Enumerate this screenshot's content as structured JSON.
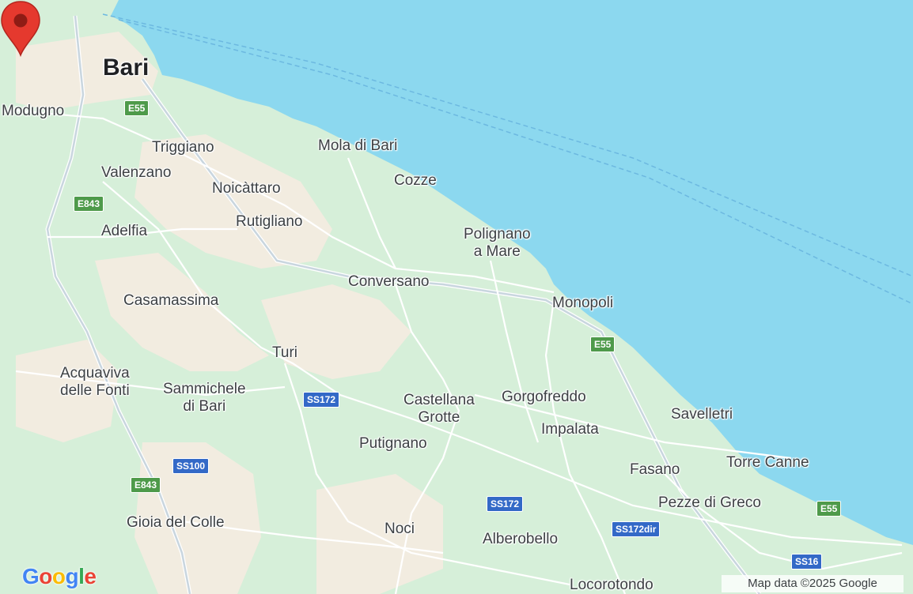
{
  "map": {
    "colors": {
      "sea": "#8cd8ef",
      "land": "#d6efd9",
      "urban": "#f2ece0",
      "road": "#ffffff",
      "highway": "#c9d6df",
      "marker": "#e5392e"
    },
    "places": [
      {
        "id": "bari",
        "label": "Bari",
        "size": "big"
      },
      {
        "id": "modugno",
        "label": "Modugno"
      },
      {
        "id": "triggiano",
        "label": "Triggiano"
      },
      {
        "id": "valenzano",
        "label": "Valenzano"
      },
      {
        "id": "noicattaro",
        "label": "Noicàttaro"
      },
      {
        "id": "mola-di-bari",
        "label": "Mola di Bari"
      },
      {
        "id": "cozze",
        "label": "Cozze"
      },
      {
        "id": "rutigliano",
        "label": "Rutigliano"
      },
      {
        "id": "adelfia",
        "label": "Adelfia"
      },
      {
        "id": "polignano-a-mare",
        "label": "Polignano\na Mare"
      },
      {
        "id": "conversano",
        "label": "Conversano"
      },
      {
        "id": "casamassima",
        "label": "Casamassima"
      },
      {
        "id": "monopoli",
        "label": "Monopoli"
      },
      {
        "id": "turi",
        "label": "Turi"
      },
      {
        "id": "acquaviva-delle-fonti",
        "label": "Acquaviva\ndelle Fonti"
      },
      {
        "id": "sammichele-di-bari",
        "label": "Sammichele\ndi Bari"
      },
      {
        "id": "castellana-grotte",
        "label": "Castellana\nGrotte"
      },
      {
        "id": "gorgofreddo",
        "label": "Gorgofreddo"
      },
      {
        "id": "savelletri",
        "label": "Savelletri"
      },
      {
        "id": "impalata",
        "label": "Impalata"
      },
      {
        "id": "putignano",
        "label": "Putignano"
      },
      {
        "id": "fasano",
        "label": "Fasano"
      },
      {
        "id": "torre-canne",
        "label": "Torre Canne"
      },
      {
        "id": "pezze-di-greco",
        "label": "Pezze di Greco"
      },
      {
        "id": "gioia-del-colle",
        "label": "Gioia del Colle"
      },
      {
        "id": "noci",
        "label": "Noci"
      },
      {
        "id": "alberobello",
        "label": "Alberobello"
      },
      {
        "id": "locorotondo",
        "label": "Locorotondo"
      }
    ],
    "shields": [
      {
        "id": "e55-north",
        "label": "E55",
        "type": "green"
      },
      {
        "id": "e843-north",
        "label": "E843",
        "type": "green"
      },
      {
        "id": "e55-monopoli",
        "label": "E55",
        "type": "green"
      },
      {
        "id": "ss172-turi",
        "label": "SS172",
        "type": "blue"
      },
      {
        "id": "ss100",
        "label": "SS100",
        "type": "blue"
      },
      {
        "id": "e843-south",
        "label": "E843",
        "type": "green"
      },
      {
        "id": "ss172-south",
        "label": "SS172",
        "type": "blue"
      },
      {
        "id": "ss172dir",
        "label": "SS172dir",
        "type": "blue"
      },
      {
        "id": "e55-south",
        "label": "E55",
        "type": "green"
      },
      {
        "id": "ss16",
        "label": "SS16",
        "type": "blue"
      }
    ],
    "marker": {
      "icon": "map-pin-icon"
    }
  },
  "logo": {
    "letters": [
      "G",
      "o",
      "o",
      "g",
      "l",
      "e"
    ],
    "colors": [
      "#4285F4",
      "#EA4335",
      "#FBBC05",
      "#4285F4",
      "#34A853",
      "#EA4335"
    ]
  },
  "attribution": "Map data ©2025 Google"
}
